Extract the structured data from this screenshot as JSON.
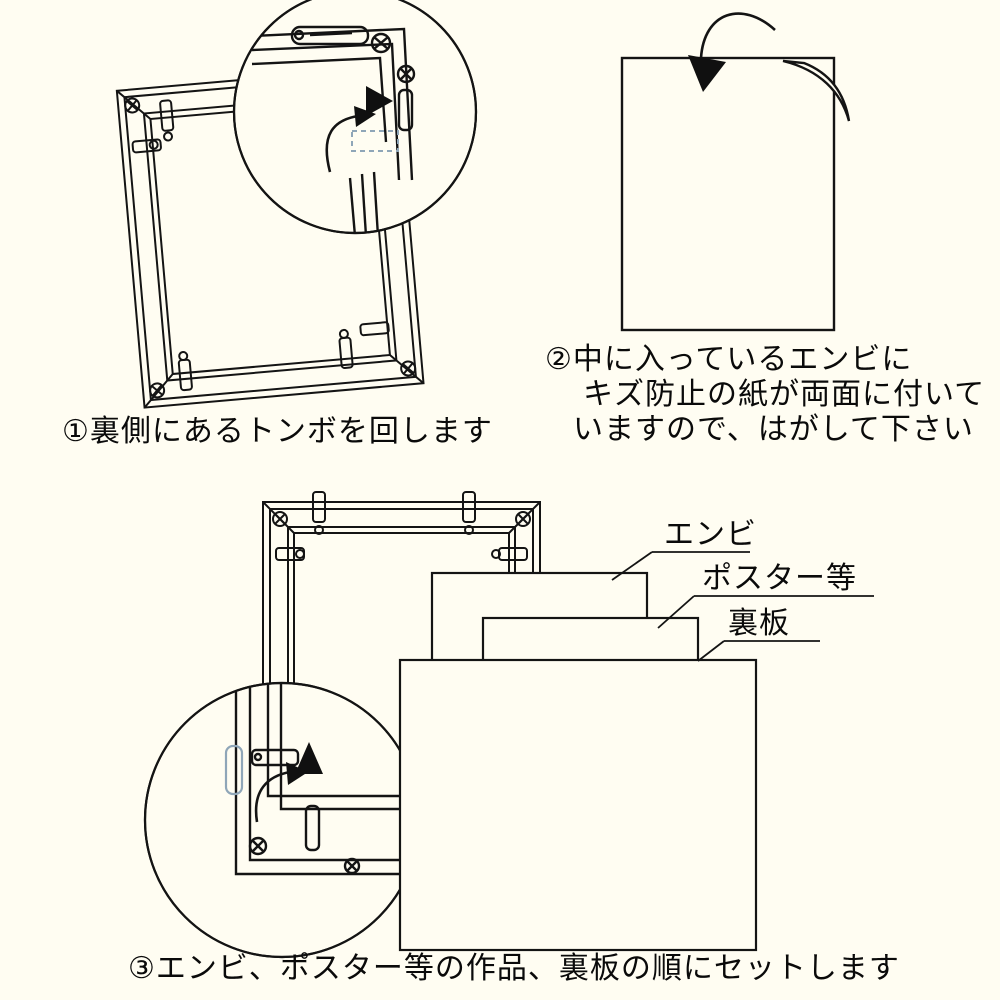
{
  "page": {
    "background": "#fffdf2",
    "ink": "#141414",
    "accent_gray_blue": "#8fa6b8"
  },
  "step1": {
    "caption": "①裏側にあるトンボを回します"
  },
  "step2": {
    "caption_lines": [
      "②中に入っているエンビに",
      "キズ防止の紙が両面に付いて",
      "いますので、はがして下さい"
    ]
  },
  "step3": {
    "caption": "③エンビ、ポスター等の作品、裏板の順にセットします",
    "labels": {
      "vinyl": "エンビ",
      "poster": "ポスター等",
      "backboard": "裏板"
    }
  }
}
